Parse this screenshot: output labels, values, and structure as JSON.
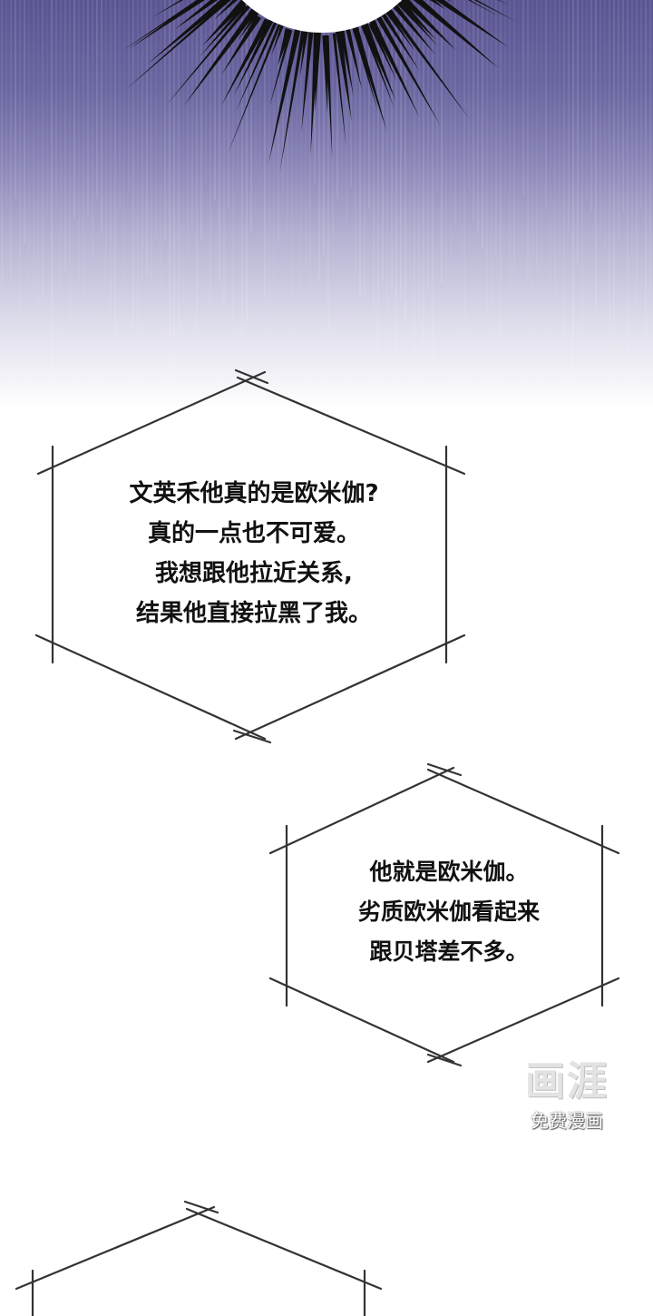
{
  "bubbles": [
    {
      "lines": [
        "文英禾他真的是欧米伽?",
        "真的一点也不可爱。",
        "我想跟他拉近关系,",
        "结果他直接拉黑了我。"
      ]
    },
    {
      "lines": [
        "他就是欧米伽。",
        "劣质欧米伽看起来",
        "跟贝塔差不多。"
      ]
    }
  ],
  "watermark": {
    "logo": "画涯",
    "subtitle": "免费漫画"
  },
  "colors": {
    "panel_purple": "#5a5592",
    "burst_ink": "#111111",
    "bubble_stroke": "#333333"
  },
  "icons": [
    "burst-effect-icon"
  ]
}
